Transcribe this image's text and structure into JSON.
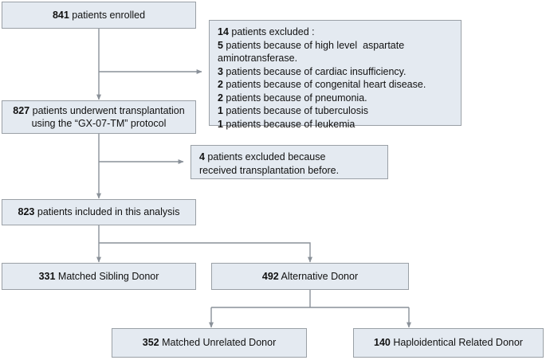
{
  "flowchart": {
    "nodes": {
      "enrolled": {
        "count": "841",
        "text": " patients enrolled"
      },
      "transplanted": {
        "count": "827",
        "line1": " patients underwent transplantation",
        "line2": "using the “GX-07-TM” protocol"
      },
      "included": {
        "count": "823",
        "text": " patients included in this analysis"
      },
      "matched_sibling": {
        "count": "331",
        "text": " Matched Sibling Donor"
      },
      "alternative": {
        "count": "492",
        "text": " Alternative Donor"
      },
      "matched_unrelated": {
        "count": "352",
        "text": " Matched Unrelated Donor"
      },
      "haploidentical": {
        "count": "140",
        "text": " Haploidentical Related Donor"
      }
    },
    "exclusions_first": {
      "header_count": "14",
      "header_text": " patients excluded :",
      "items": [
        {
          "count": "5",
          "text": " patients because of high level  aspartate"
        },
        {
          "count": "",
          "text": "aminotransferase."
        },
        {
          "count": "3",
          "text": " patients because of cardiac insufficiency."
        },
        {
          "count": "2",
          "text": " patients because of congenital heart disease."
        },
        {
          "count": "2",
          "text": " patients because of pneumonia."
        },
        {
          "count": "1",
          "text": " patients because of tuberculosis"
        },
        {
          "count": "1",
          "text": " patients because of leukemia"
        }
      ]
    },
    "exclusions_second": {
      "count": "4",
      "line1": " patients excluded because",
      "line2": "received transplantation before."
    },
    "colors": {
      "box_fill": "#e4eaf1",
      "box_border": "#9aa0a6",
      "connector": "#8a9199",
      "text": "#111111"
    }
  }
}
